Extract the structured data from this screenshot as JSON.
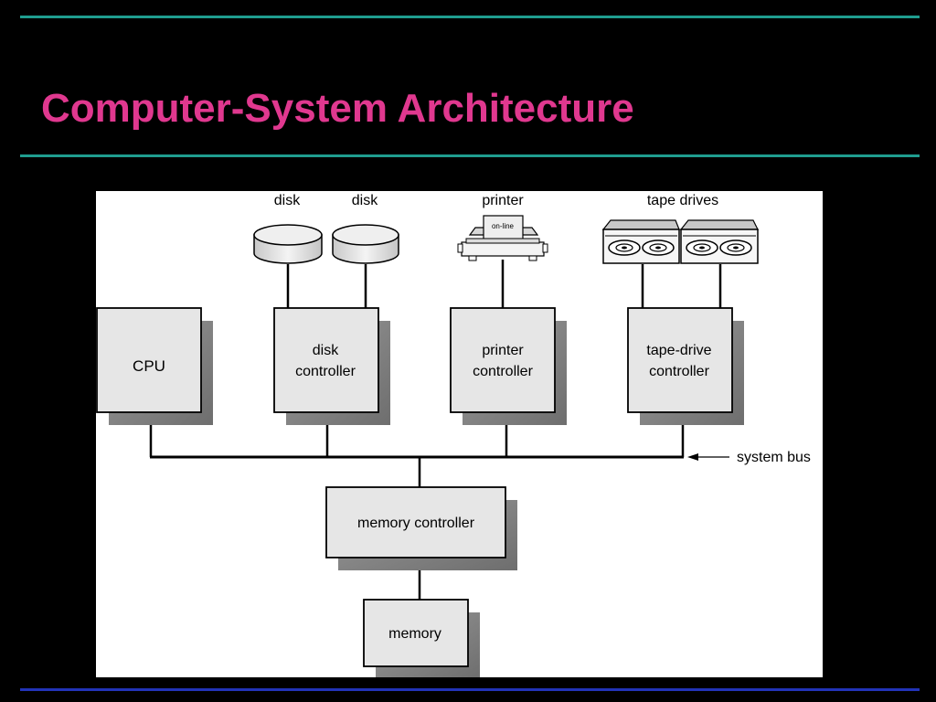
{
  "slide": {
    "title": "Computer-System Architecture"
  },
  "diagram": {
    "devices": {
      "disk_1": "disk",
      "disk_2": "disk",
      "printer": "printer",
      "printer_panel": "on-line",
      "tape_drives": "tape drives"
    },
    "components": {
      "cpu": "CPU",
      "disk_controller_line1": "disk",
      "disk_controller_line2": "controller",
      "printer_controller_line1": "printer",
      "printer_controller_line2": "controller",
      "tape_controller_line1": "tape-drive",
      "tape_controller_line2": "controller",
      "memory_controller": "memory controller",
      "memory": "memory"
    },
    "bus_label": "system bus"
  }
}
